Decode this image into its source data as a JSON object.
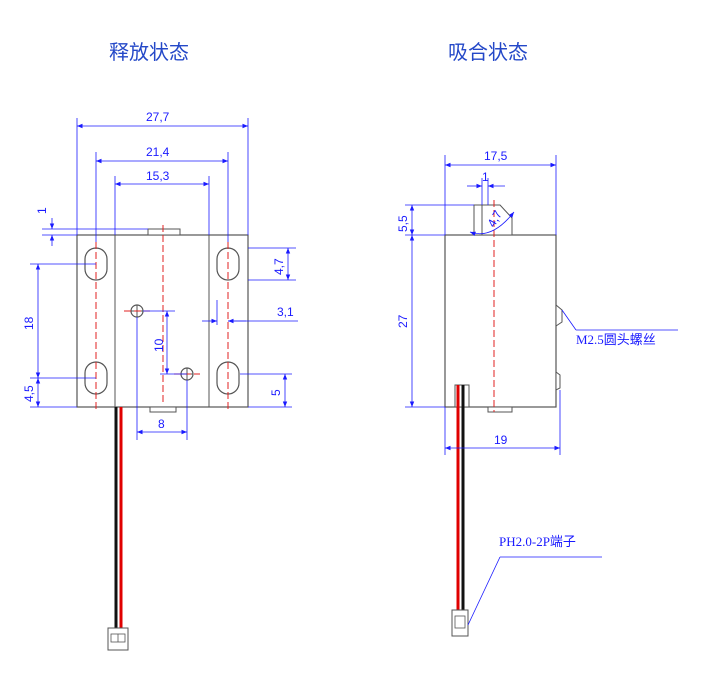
{
  "titles": {
    "release": "释放状态",
    "attract": "吸合状态"
  },
  "left_view": {
    "dims": {
      "width_outer": "27,7",
      "width_holes": "21,4",
      "width_inner": "15,3",
      "plunger_step": "1",
      "hole_slot": "4,7",
      "hole_offset": "3,1",
      "hole_spacing_v": "18",
      "screw_spacing_v": "10",
      "bottom_hole": "4,5",
      "bottom_right": "5",
      "screw_spacing_h": "8"
    }
  },
  "right_view": {
    "dims": {
      "width_top": "17,5",
      "plunger_width": "1",
      "plunger_height": "5,5",
      "chamfer": "4,7",
      "body_height": "27",
      "base_width": "19"
    },
    "notes": {
      "screw": "M2.5圆头螺丝",
      "connector": "PH2.0-2P端子"
    }
  },
  "colors": {
    "dim": "#1a1aff",
    "outline": "#555555",
    "wire_red": "#e00000",
    "wire_black": "#111111",
    "center": "#e02020"
  }
}
